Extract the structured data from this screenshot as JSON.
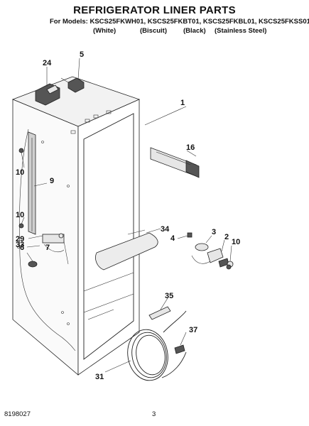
{
  "header": {
    "title": "REFRIGERATOR LINER PARTS",
    "models_line": "For Models: KSCS25FKWH01, KSCS25FKBT01, KSCS25FKBL01, KSCS25FKSS01",
    "finishes": [
      "(White)",
      "(Biscuit)",
      "(Black)",
      "(Stainless Steel)"
    ]
  },
  "callouts": {
    "c1": "1",
    "c2": "2",
    "c3": "3",
    "c4": "4",
    "c5": "5",
    "c6": "6",
    "c7": "7",
    "c9": "9",
    "c10a": "10",
    "c10b": "10",
    "c10c": "10",
    "c16": "16",
    "c24": "24",
    "c29": "29",
    "c31": "31",
    "c33": "33",
    "c34": "34",
    "c35": "35",
    "c37": "37"
  },
  "footer": {
    "doc_number": "8198027",
    "page_number": "3"
  }
}
